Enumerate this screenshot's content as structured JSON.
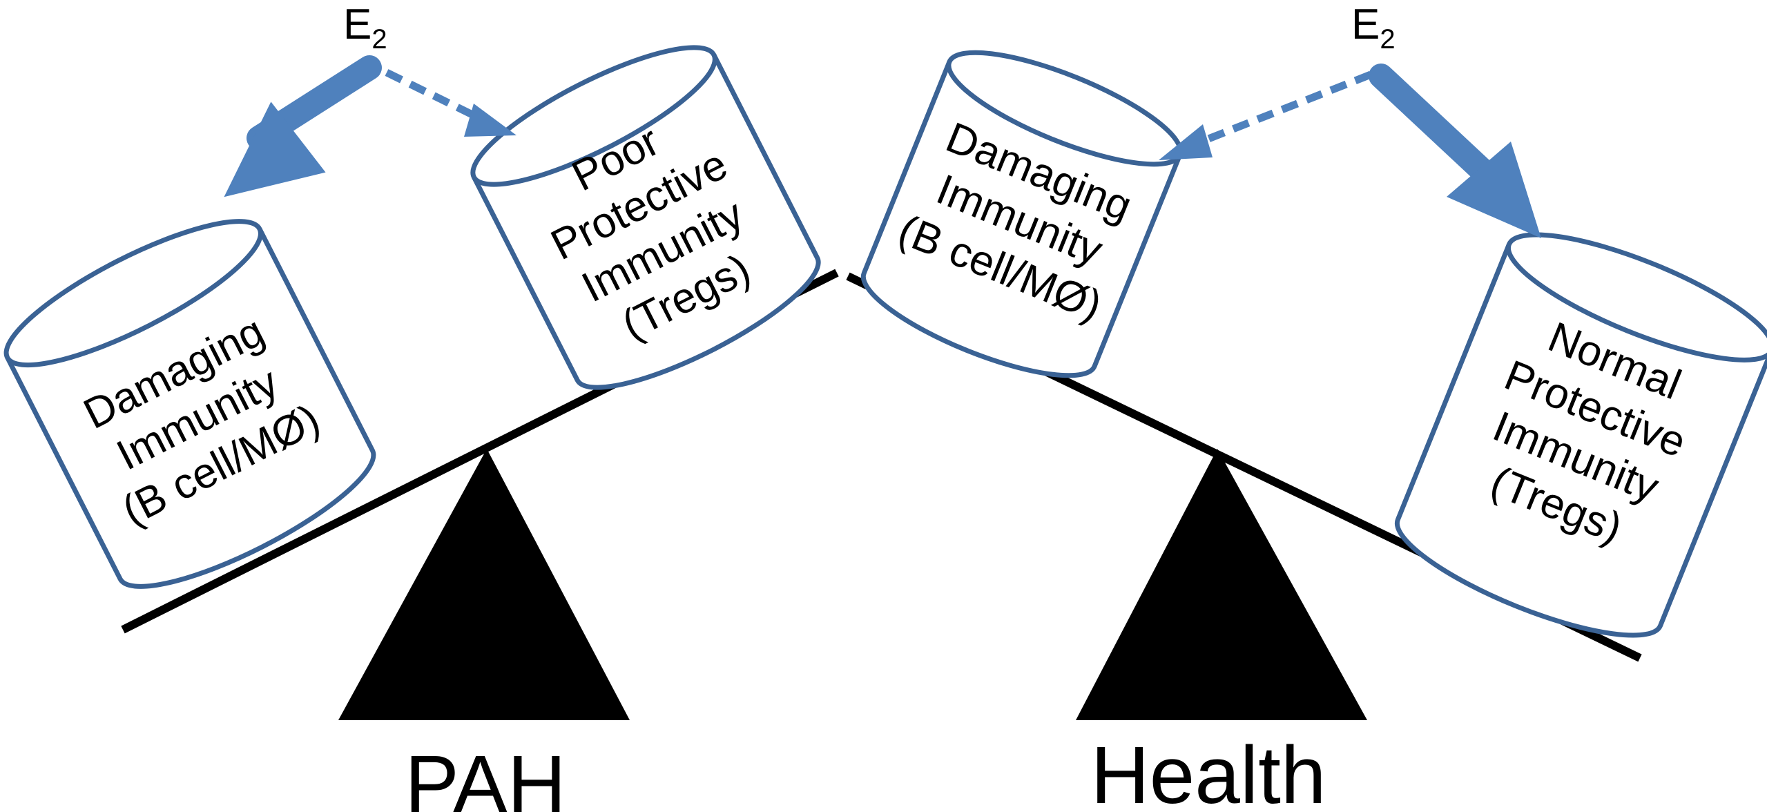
{
  "colors": {
    "arrow": "#4f81bd",
    "cylinder_stroke": "#3a6294",
    "beam": "#000000",
    "fulcrum": "#000000"
  },
  "hormone": {
    "symbol": "E",
    "subscript": "2"
  },
  "pah": {
    "label": "PAH",
    "damaging": [
      "Damaging",
      "Immunity",
      "(B cell/MØ)"
    ],
    "protective": [
      "Poor",
      "Protective",
      "Immunity",
      "(Tregs)"
    ]
  },
  "health": {
    "label": "Health",
    "damaging": [
      "Damaging",
      "Immunity",
      "(B cell/MØ)"
    ],
    "protective": [
      "Normal",
      "Protective",
      "Immunity",
      "(Tregs)"
    ]
  }
}
